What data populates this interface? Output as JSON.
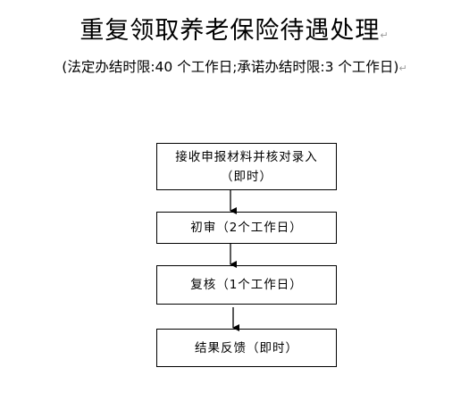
{
  "document": {
    "title": "重复领取养老保险待遇处理",
    "subtitle": "(法定办结时限:40 个工作日;承诺办结时限:3 个工作日)",
    "paragraph_mark": "↵"
  },
  "flowchart": {
    "steps": [
      {
        "line1": "接收申报材料并核对录入",
        "line2": "（即时）"
      },
      {
        "line1": "初审（2个工作日）"
      },
      {
        "line1": "复核（1个工作日）"
      },
      {
        "line1": "结果反馈（即时）"
      }
    ]
  }
}
